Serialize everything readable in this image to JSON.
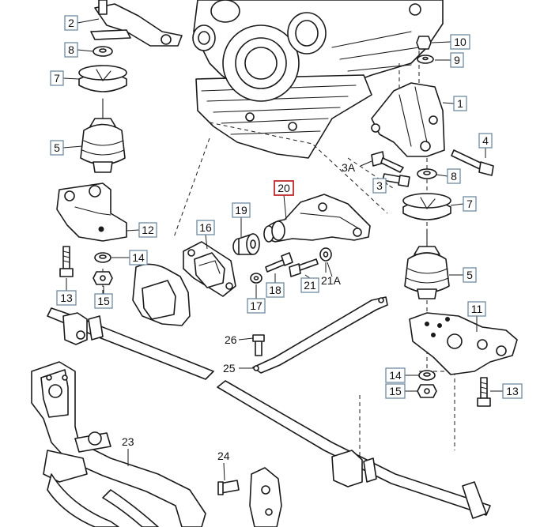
{
  "diagram": {
    "callouts_boxed": [
      {
        "id": "c-2",
        "label": "2"
      },
      {
        "id": "c-8-left",
        "label": "8"
      },
      {
        "id": "c-7-left",
        "label": "7"
      },
      {
        "id": "c-5-left",
        "label": "5"
      },
      {
        "id": "c-12",
        "label": "12"
      },
      {
        "id": "c-14-left",
        "label": "14"
      },
      {
        "id": "c-13-left",
        "label": "13"
      },
      {
        "id": "c-15-left",
        "label": "15"
      },
      {
        "id": "c-16",
        "label": "16"
      },
      {
        "id": "c-19",
        "label": "19"
      },
      {
        "id": "c-20",
        "label": "20",
        "highlight": true
      },
      {
        "id": "c-17",
        "label": "17"
      },
      {
        "id": "c-18",
        "label": "18"
      },
      {
        "id": "c-21",
        "label": "21"
      },
      {
        "id": "c-10",
        "label": "10"
      },
      {
        "id": "c-9",
        "label": "9"
      },
      {
        "id": "c-1",
        "label": "1"
      },
      {
        "id": "c-4",
        "label": "4"
      },
      {
        "id": "c-8-right",
        "label": "8"
      },
      {
        "id": "c-3",
        "label": "3"
      },
      {
        "id": "c-7-right",
        "label": "7"
      },
      {
        "id": "c-5-right",
        "label": "5"
      },
      {
        "id": "c-11",
        "label": "11"
      },
      {
        "id": "c-14-right",
        "label": "14"
      },
      {
        "id": "c-15-right",
        "label": "15"
      },
      {
        "id": "c-13-right",
        "label": "13"
      }
    ],
    "callouts_plain": [
      {
        "id": "t-3a",
        "label": "3A"
      },
      {
        "id": "t-21a",
        "label": "21A"
      },
      {
        "id": "t-26",
        "label": "26"
      },
      {
        "id": "t-25",
        "label": "25"
      },
      {
        "id": "t-23",
        "label": "23"
      },
      {
        "id": "t-24",
        "label": "24"
      }
    ],
    "colors": {
      "line": "#1a1a1a",
      "callout_border": "#6f8aa0",
      "highlight_border": "#c0282d",
      "background": "#ffffff"
    }
  }
}
